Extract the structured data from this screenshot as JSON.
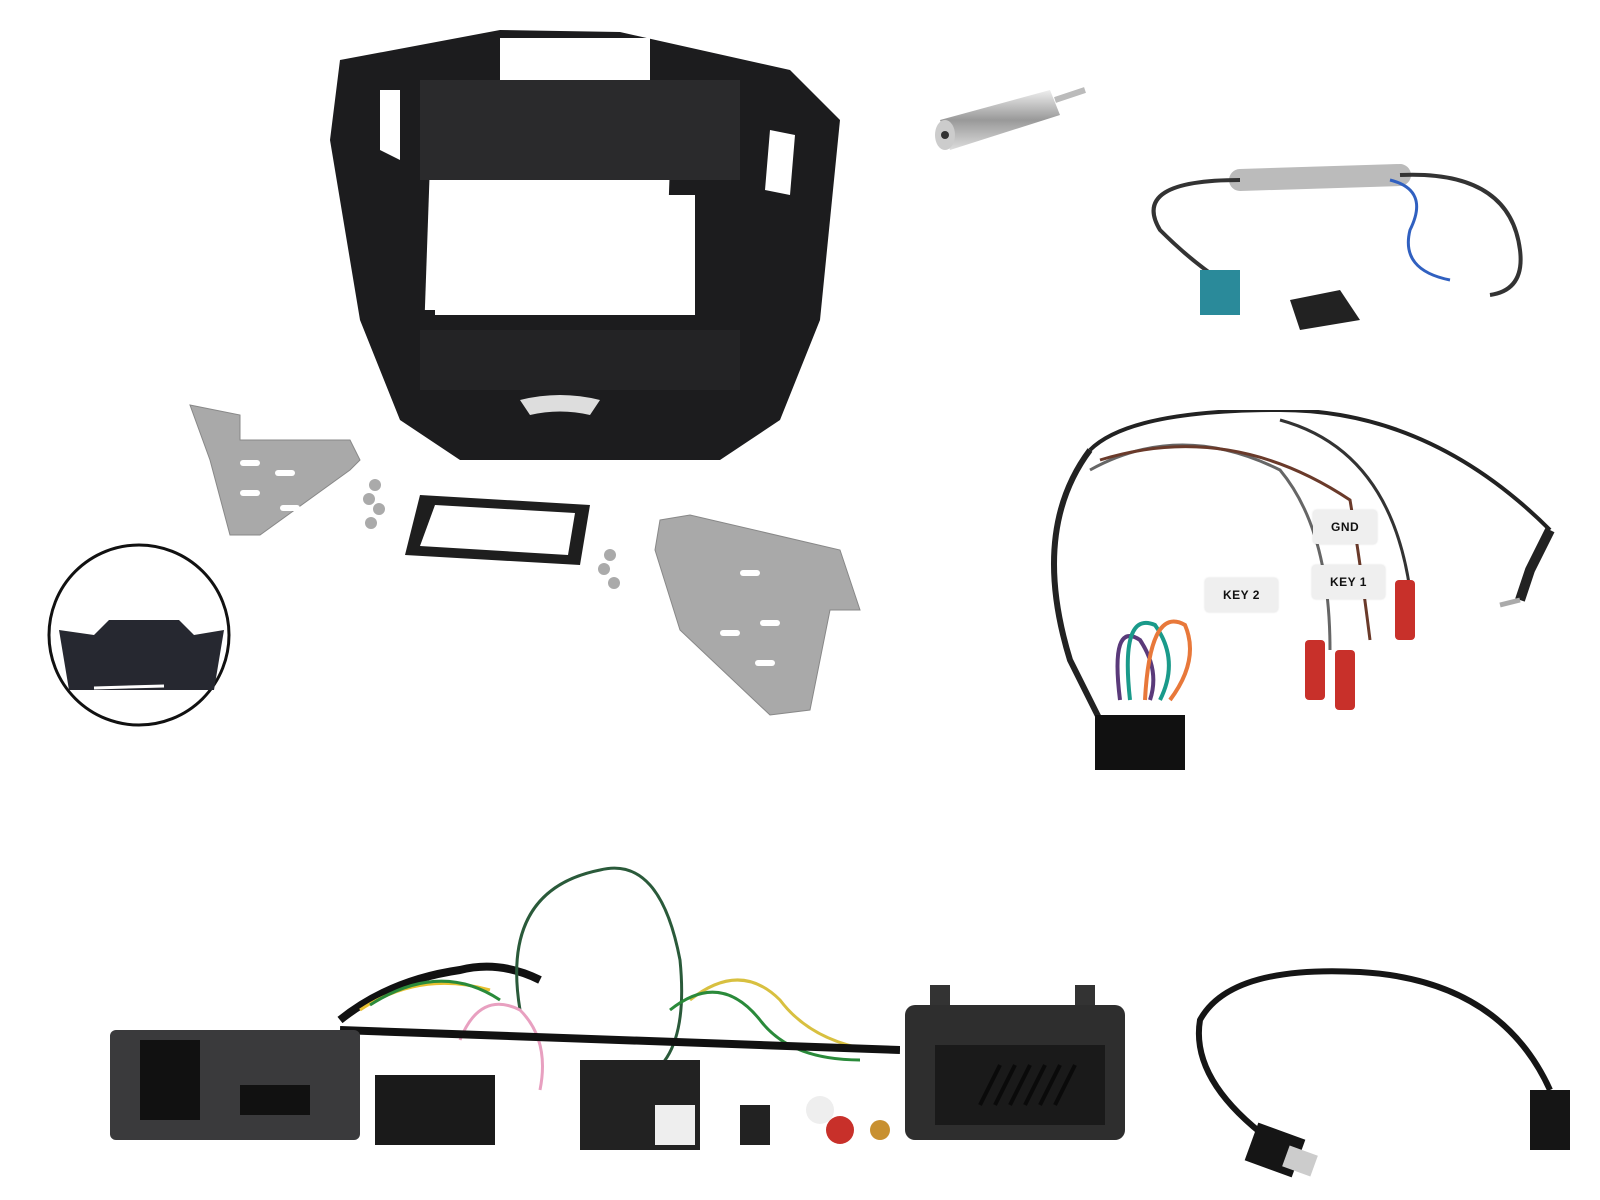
{
  "image": {
    "subject": "Car stereo double-DIN fitting kit components",
    "background": "#ffffff"
  },
  "components": {
    "fascia": {
      "name": "Double DIN fascia panel",
      "color": "#1c1c1e"
    },
    "brackets": {
      "name": "Mounting brackets",
      "color": "#a9a9a9"
    },
    "trim_ring": {
      "name": "Trim surround",
      "color": "#1e1e1e"
    },
    "screws": {
      "name": "Screws"
    },
    "inset_detail": {
      "name": "Hazard switch blank cover detail",
      "color": "#262830"
    },
    "aerial_adapter": {
      "name": "ISO aerial adapter",
      "color": "#c8c8c8"
    },
    "amplified_aerial": {
      "name": "Fakra to ISO amplified aerial adapter",
      "fakra_color": "#2a8a9a",
      "wire_color": "#3060c0"
    },
    "steering_lead": {
      "name": "Steering control patch lead",
      "labels": {
        "gnd": "GND",
        "key1": "KEY 1",
        "key2": "KEY 2"
      },
      "loop_colors": [
        "#5a3a7a",
        "#1a9a8a",
        "#e8783a"
      ],
      "connector_color": "#c8302a"
    },
    "interface_harness": {
      "name": "Steering wheel / CAN interface harness"
    },
    "speaker_box": {
      "name": "Chime speaker module",
      "color": "#2e2e2e"
    },
    "usb_lead": {
      "name": "USB retention lead",
      "color": "#151515"
    }
  }
}
